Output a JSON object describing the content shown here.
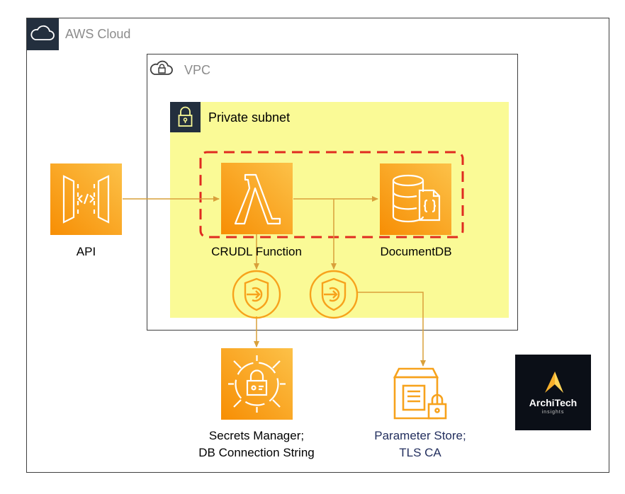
{
  "groups": {
    "cloud": {
      "label": "AWS Cloud",
      "icon": "cloud-icon"
    },
    "vpc": {
      "label": "VPC",
      "icon": "cloud-lock-icon"
    },
    "subnet": {
      "label": "Private subnet",
      "icon": "padlock-icon"
    }
  },
  "nodes": {
    "api": {
      "label": "API",
      "icon": "api-gateway-icon"
    },
    "function": {
      "label": "CRUDL Function",
      "icon": "lambda-icon"
    },
    "documentdb": {
      "label": "DocumentDB",
      "icon": "documentdb-icon"
    },
    "endpoint_secrets": {
      "icon": "vpc-endpoint-icon"
    },
    "endpoint_params": {
      "icon": "vpc-endpoint-icon"
    },
    "secrets": {
      "label_line1": "Secrets Manager;",
      "label_line2": "DB Connection String",
      "icon": "secrets-manager-icon"
    },
    "params": {
      "label_line1": "Parameter Store;",
      "label_line2": "TLS CA",
      "icon": "parameter-store-icon"
    }
  },
  "logo": {
    "brand": "ArchiTech",
    "tagline": "insights"
  },
  "colors": {
    "cloud_text": "#8c8c8c",
    "subnet_fill": "#fafa96",
    "service_orange": "#f7a21c",
    "connector": "#d9a03a",
    "highlight_dash": "#e02b20",
    "param_text": "#232f5e",
    "badge": "#232f3e"
  }
}
